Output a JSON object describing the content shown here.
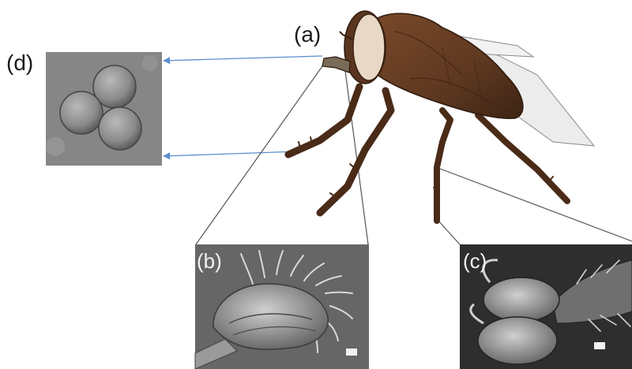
{
  "labels": {
    "a": "(a)",
    "b": "(b)",
    "c": "(c)",
    "d": "(d)"
  },
  "colors": {
    "fly_body": "#6b3f24",
    "fly_dark": "#3a2212",
    "eye": "#e9d8c6",
    "wing": "#eeeeee",
    "arrow": "#5b8fcf",
    "connector": "#555555"
  },
  "panels": [
    {
      "id": "d",
      "kind": "micrograph of spherical virus particles"
    },
    {
      "id": "b",
      "kind": "SEM micrograph of proboscis tip"
    },
    {
      "id": "c",
      "kind": "SEM micrograph of foot pad"
    }
  ]
}
